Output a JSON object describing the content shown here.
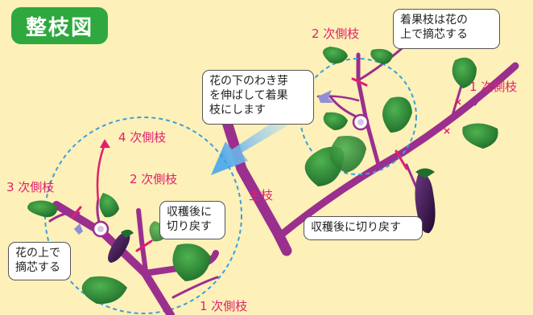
{
  "title": "整枝図",
  "labels": {
    "second_lateral_top": "2 次側枝",
    "first_lateral_right": "1 次側枝",
    "main_branch": "主枝",
    "fourth_lateral": "4 次側枝",
    "third_lateral": "3 次側枝",
    "second_lateral_zoom": "2 次側枝",
    "first_lateral_bottom": "1 次側枝"
  },
  "callouts": {
    "fruit_branch_pinch": "着果枝は花の\n上で摘芯する",
    "extend_bud": "花の下のわき芽\nを伸ばして着果\n枝にします",
    "cut_back_after_harvest_right": "収穫後に切り戻す",
    "cut_back_after_harvest_zoom": "収穫後に\n切り戻す",
    "pinch_above_flower": "花の上で\n摘芯する"
  },
  "colors": {
    "background": "#fdf0b8",
    "badge": "#2ea83f",
    "stem": "#9b2f8e",
    "leaf": "#2f8f3a",
    "label": "#e0206e",
    "cut_mark": "#e0206e",
    "zoom_circle": "#3aa0dc",
    "eggplant": "#3a1648"
  },
  "icons": [
    "arrow-icon",
    "eggplant-icon",
    "flower-icon",
    "leaf-icon",
    "cut-mark-icon"
  ]
}
